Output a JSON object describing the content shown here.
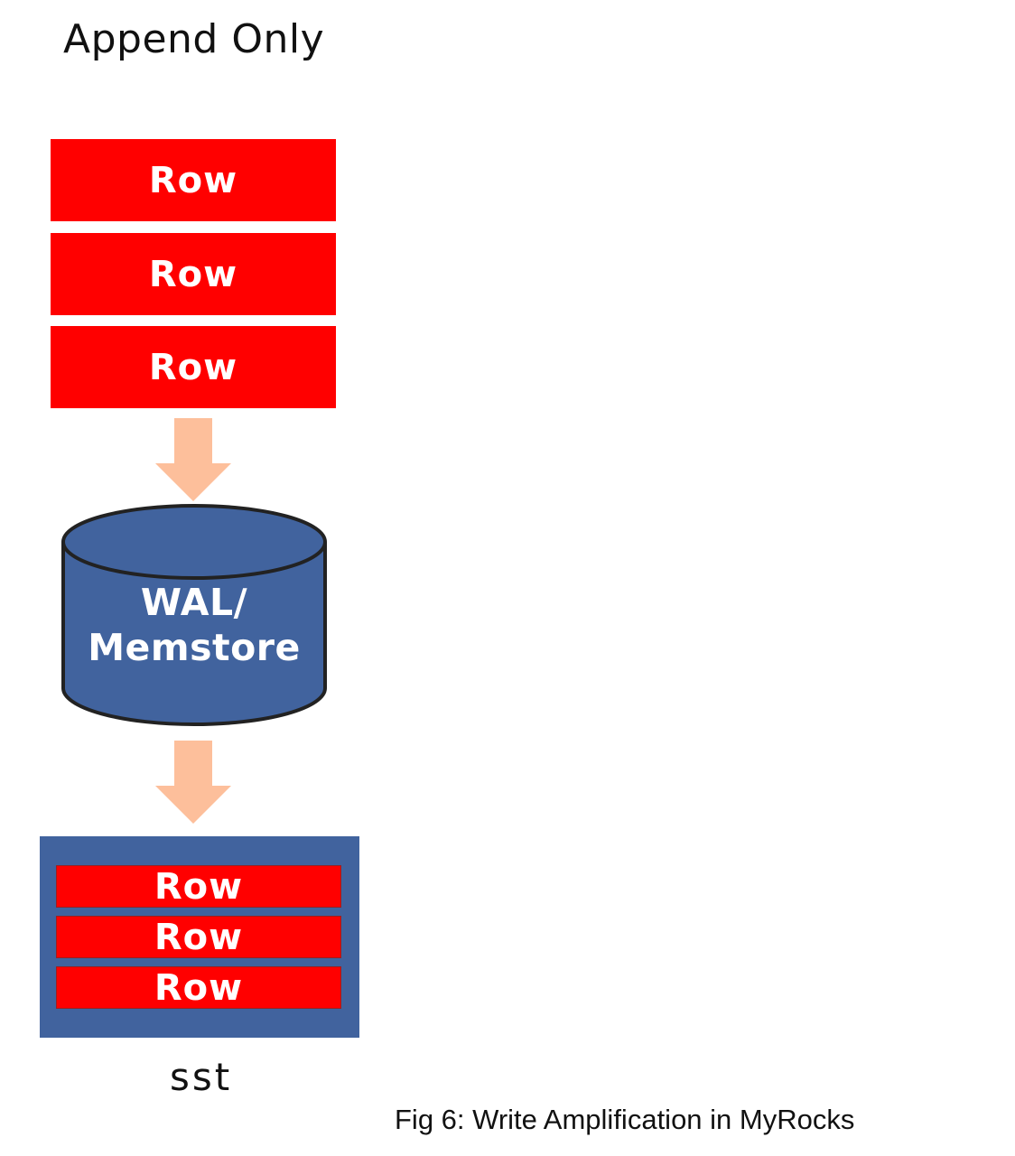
{
  "title": "Append Only",
  "input_rows": [
    "Row",
    "Row",
    "Row"
  ],
  "store": {
    "line1": "WAL/",
    "line2": "Memstore"
  },
  "sst": {
    "rows": [
      "Row",
      "Row",
      "Row"
    ],
    "label": "sst"
  },
  "caption": "Fig 6: Write Amplification in MyRocks",
  "colors": {
    "row": "#ff0000",
    "arrow": "#fdbf9b",
    "store": "#41639e",
    "sst_box": "#41639e"
  }
}
